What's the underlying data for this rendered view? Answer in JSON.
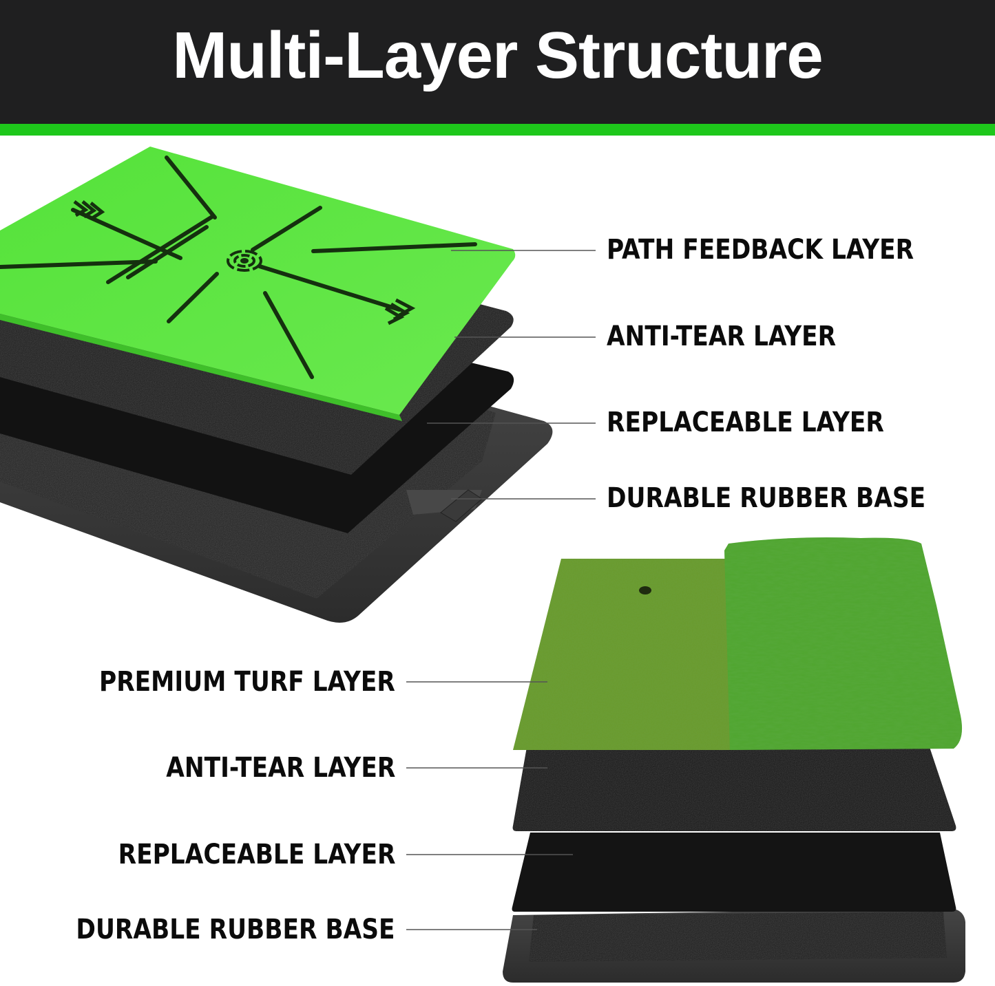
{
  "header": {
    "title": "Multi-Layer Structure",
    "background_color": "#1f1f20",
    "accent_band_color": "#1ec71b"
  },
  "top_mat": {
    "description": "Swing path feedback mat exploded view",
    "layers": [
      {
        "label": "PATH FEEDBACK LAYER",
        "color": "#5ae83a"
      },
      {
        "label": "ANTI-TEAR LAYER",
        "color": "#1c1c1c"
      },
      {
        "label": "REPLACEABLE LAYER",
        "color": "#111111"
      },
      {
        "label": "DURABLE RUBBER BASE",
        "color": "#3a3a3a"
      }
    ]
  },
  "bottom_mat": {
    "description": "Dual turf hitting mat exploded view",
    "layers": [
      {
        "label": "PREMIUM TURF LAYER",
        "color": "#6a9a2a"
      },
      {
        "label": "ANTI-TEAR LAYER",
        "color": "#1a1a1a"
      },
      {
        "label": "REPLACEABLE LAYER",
        "color": "#121212"
      },
      {
        "label": "DURABLE RUBBER BASE",
        "color": "#333333"
      }
    ]
  }
}
